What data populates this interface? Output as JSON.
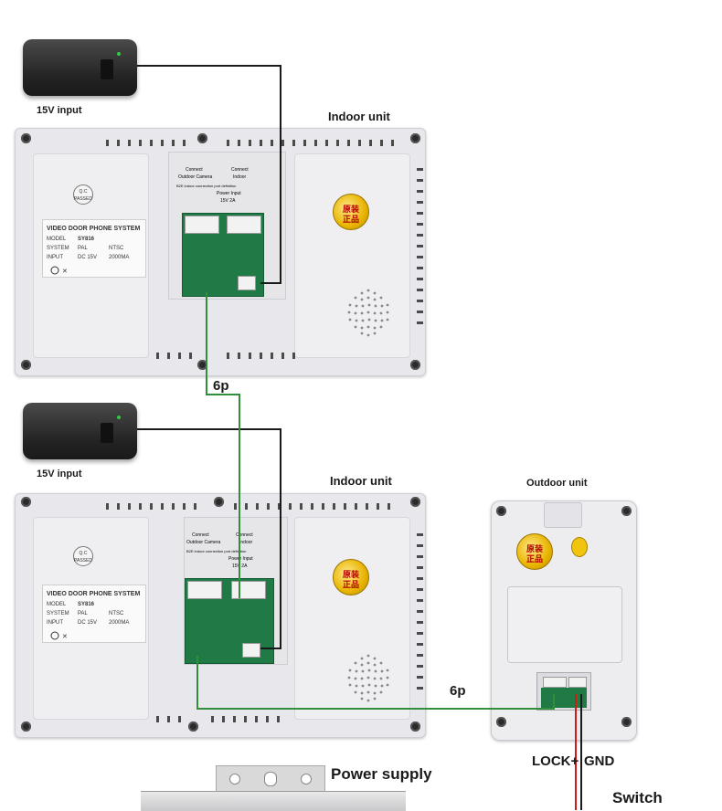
{
  "labels": {
    "input_top": "15V input",
    "input_bottom": "15V input",
    "indoor_unit_top": "Indoor unit",
    "indoor_unit_bottom": "Indoor unit",
    "outdoor_unit": "Outdoor unit",
    "cable_top": "6p",
    "cable_bottom": "6p",
    "lock": "LOCK+",
    "gnd": "GND",
    "power_supply": "Power supply",
    "switch": "Switch"
  },
  "sticker": {
    "title": "VIDEO DOOR PHONE SYSTEM",
    "model_label": "MODEL",
    "model_value": "SY816",
    "system_label": "SYSTEM",
    "pal": "PAL",
    "ntsc": "NTSC",
    "input_label": "INPUT",
    "input_value": "DC 15V",
    "current_value": "2000MA"
  },
  "qc_badge": {
    "line1": "Q.C",
    "line2": "PASSED"
  },
  "holo_seal": {
    "line1": "原装",
    "line2": "正品"
  },
  "terminal_label": {
    "connect_left": "Connect",
    "connect_right": "Connect",
    "outdoor_camera": "Outdoor Camera",
    "indoor": "Indoor",
    "note": "B2E indoor connection port definition",
    "power_input": "Power Input",
    "power_value": "15V 2A"
  },
  "colors": {
    "wire_black": "#1a1a1a",
    "wire_green": "#2f8f3a",
    "wire_red": "#cc1b1b"
  }
}
